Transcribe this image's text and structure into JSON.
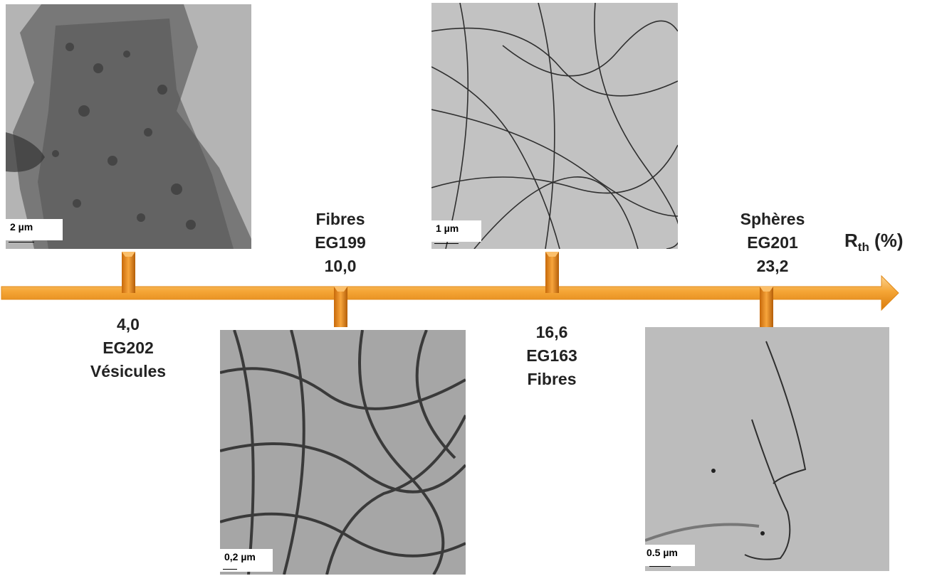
{
  "axis": {
    "label_main": "R",
    "label_sub": "th",
    "label_unit": " (%)",
    "color": "#f39420"
  },
  "samples": [
    {
      "value": "4,0",
      "code": "EG202",
      "morphology": "Vésicules",
      "scale": "2 µm"
    },
    {
      "value": "10,0",
      "code": "EG199",
      "morphology": "Fibres",
      "scale": "0,2 µm"
    },
    {
      "value": "16,6",
      "code": "EG163",
      "morphology": "Fibres",
      "scale": "1 µm"
    },
    {
      "value": "23,2",
      "code": "EG201",
      "morphology": "Sphères",
      "scale": "0.5 µm"
    }
  ]
}
